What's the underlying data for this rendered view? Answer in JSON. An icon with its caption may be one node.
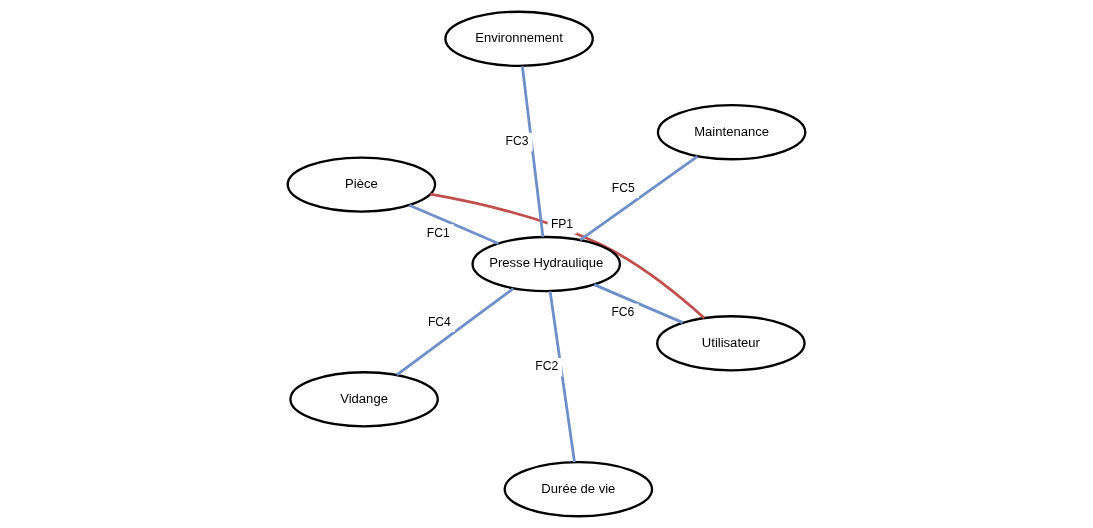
{
  "diagram": {
    "nodes": [
      {
        "text": [
          "Pièce"
        ]
      },
      {
        "text": [
          "Utilisateur"
        ]
      },
      {
        "text": [
          "Durée de vie"
        ]
      },
      {
        "text": [
          "Presse Hydraulique"
        ]
      },
      {
        "text": [
          "Maintenance"
        ]
      },
      {
        "text": [
          "Environnement"
        ]
      },
      {
        "text": [
          "Vidange"
        ]
      }
    ],
    "edges": [
      {
        "from": 1,
        "to": 0,
        "arrow": "none",
        "label": "FP1",
        "color": "#c0504d"
      },
      {
        "from": 3,
        "to": 0,
        "arrow": "none",
        "label": "FC1"
      },
      {
        "from": 3,
        "to": 2,
        "arrow": "none",
        "label": "FC2"
      },
      {
        "from": 3,
        "to": 5,
        "arrow": "none",
        "label": "FC3"
      },
      {
        "from": 3,
        "to": 6,
        "arrow": "none",
        "label": "FC4"
      },
      {
        "from": 3,
        "to": 4,
        "arrow": "none",
        "label": "FC5"
      },
      {
        "from": 3,
        "to": 1,
        "arrow": "none",
        "label": "FC6"
      }
    ]
  }
}
